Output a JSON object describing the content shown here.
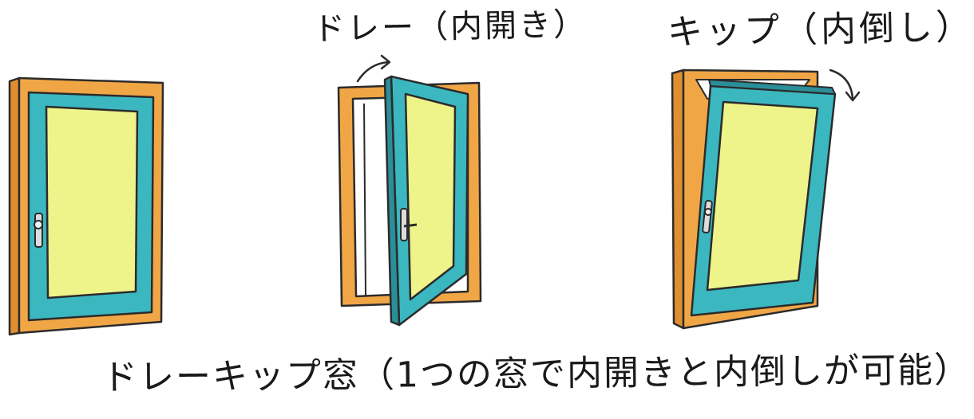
{
  "labels": {
    "turn_open": "ドレー（内開き）",
    "tilt_open": "キップ（内倒し）",
    "caption": "ドレーキップ窓（1つの窓で内開きと内倒しが可能）"
  },
  "colors": {
    "frame": "#f1a646",
    "frame_dark": "#d9872a",
    "sash": "#3bb7c0",
    "sash_dark": "#2a8f99",
    "glass": "#eef38a",
    "glass_edge": "#d8e06a",
    "outline": "#2b2b2b",
    "handle": "#d9d9d9"
  }
}
